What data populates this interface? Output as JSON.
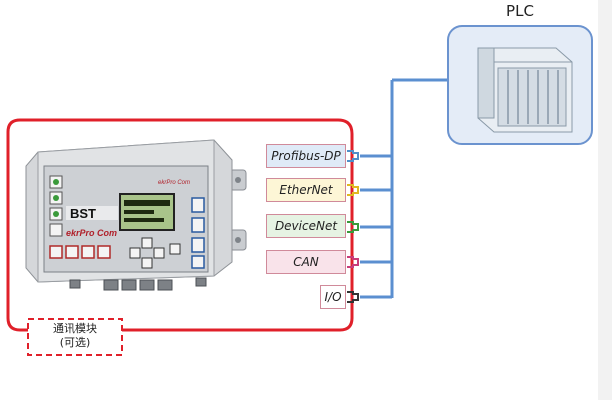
{
  "plc": {
    "title": "PLC"
  },
  "protocols": [
    {
      "label": "Profibus-DP",
      "fill": "#dfeaf7",
      "connector": "#4f8ec9"
    },
    {
      "label": "EtherNet",
      "fill": "#fdf6d6",
      "connector": "#e0b820"
    },
    {
      "label": "DeviceNet",
      "fill": "#e6f3e3",
      "connector": "#3a9a3a"
    },
    {
      "label": "CAN",
      "fill": "#f9e3ea",
      "connector": "#c83c7a"
    },
    {
      "label": "I/O",
      "fill": "#ffffff",
      "connector": "#333333"
    }
  ],
  "module": {
    "optional_line1": "通讯模块",
    "optional_line2": "(可选)"
  },
  "device": {
    "brand": "BST",
    "model": "ekrPro Com",
    "header_model": "ekrPro Com"
  },
  "colors": {
    "boundary": "#e0202a",
    "bus_line": "#5b8fd0",
    "plc_box_fill": "#e4ecf7",
    "plc_box_border": "#6b93cf"
  }
}
